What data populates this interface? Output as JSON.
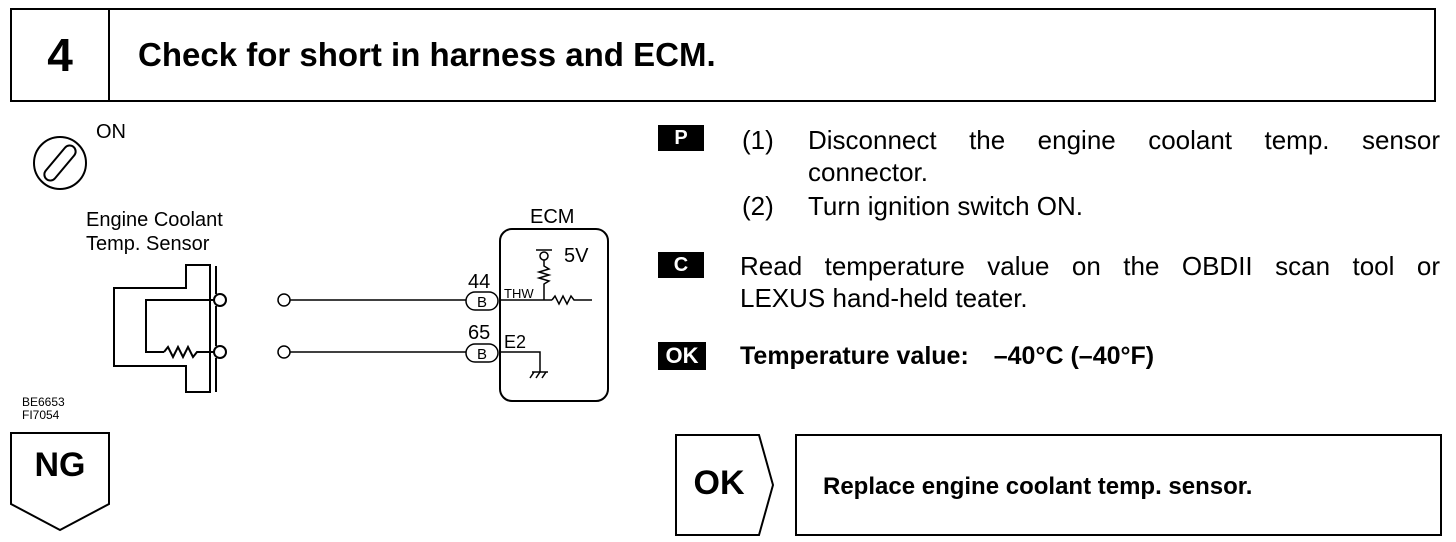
{
  "header": {
    "step_number": "4",
    "title": "Check for short in harness and ECM."
  },
  "diagram": {
    "ignition_state": "ON",
    "sensor_label_line1": "Engine Coolant",
    "sensor_label_line2": "Temp. Sensor",
    "ecm_label": "ECM",
    "voltage": "5V",
    "pin_thw_number": "44",
    "pin_thw_connector": "B",
    "pin_thw_name": "THW",
    "pin_e2_number": "65",
    "pin_e2_connector": "B",
    "pin_e2_name": "E2",
    "figure_codes": [
      "BE6653",
      "FI7054"
    ]
  },
  "procedure": {
    "prep_badge": "P",
    "steps": [
      {
        "num": "(1)",
        "text_line1": "Disconnect the engine coolant temp. sensor",
        "text_line2": "connector."
      },
      {
        "num": "(2)",
        "text_line1": "Turn ignition switch ON."
      }
    ],
    "check_badge": "C",
    "check_line1": "Read temperature value on the OBDII scan tool or",
    "check_line2": "LEXUS hand-held teater.",
    "ok_badge": "OK",
    "spec_label": "Temperature value:",
    "spec_value": "–40°C (–40°F)"
  },
  "ng_label": "NG",
  "ok_label": "OK",
  "ok_result": "Replace engine coolant temp. sensor."
}
